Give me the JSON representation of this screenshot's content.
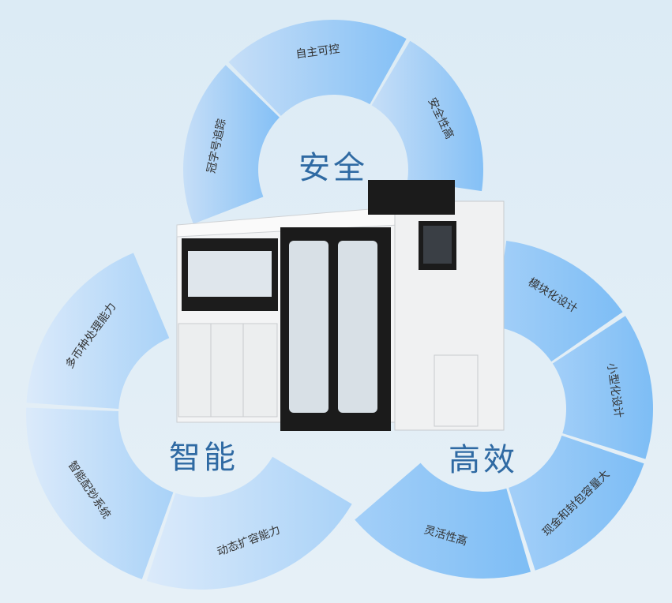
{
  "colors": {
    "ring_light": "#d3e6fa",
    "ring_dark": "#86c1f6",
    "hub_text": "#2f6aa3",
    "background": "#e3eef6"
  },
  "groups": [
    {
      "id": "safety",
      "title": "安全",
      "items": [
        "冠字号追踪",
        "自主可控",
        "安全性高"
      ]
    },
    {
      "id": "smart",
      "title": "智能",
      "items": [
        "多币种处理能力",
        "智能配钞系统",
        "动态扩容能力"
      ]
    },
    {
      "id": "efficient",
      "title": "高效",
      "items": [
        "模块化设计",
        "小型化设计",
        "现金和封包容量大",
        "灵活性高"
      ]
    }
  ]
}
